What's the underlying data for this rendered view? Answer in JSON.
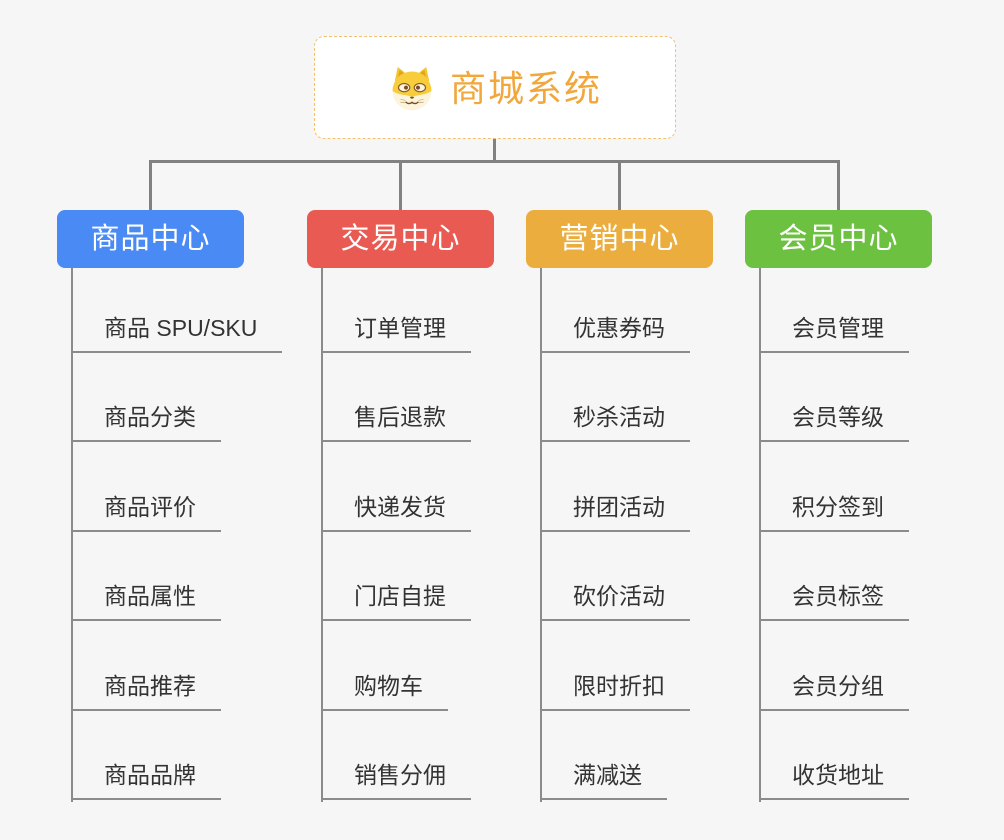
{
  "root": {
    "title": "商城系统",
    "icon": "dog-face-icon"
  },
  "branches": [
    {
      "label": "商品中心",
      "color": "#4a8af4",
      "children": [
        "商品 SPU/SKU",
        "商品分类",
        "商品评价",
        "商品属性",
        "商品推荐",
        "商品品牌"
      ]
    },
    {
      "label": "交易中心",
      "color": "#e95b52",
      "children": [
        "订单管理",
        "售后退款",
        "快递发货",
        "门店自提",
        "购物车",
        "销售分佣"
      ]
    },
    {
      "label": "营销中心",
      "color": "#ebad3e",
      "children": [
        "优惠券码",
        "秒杀活动",
        "拼团活动",
        "砍价活动",
        "限时折扣",
        "满减送"
      ]
    },
    {
      "label": "会员中心",
      "color": "#6dc141",
      "children": [
        "会员管理",
        "会员等级",
        "积分签到",
        "会员标签",
        "会员分组",
        "收货地址"
      ]
    }
  ],
  "colors": {
    "background": "#f6f6f6",
    "connector": "#818181",
    "underline": "#8b8b8b",
    "sub_text": "#333333",
    "root_text": "#f1a73b",
    "root_border": "#f3c06b",
    "root_background": "#ffffff"
  }
}
